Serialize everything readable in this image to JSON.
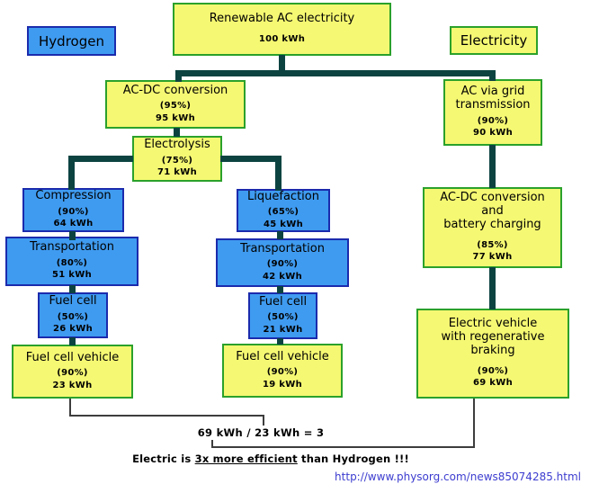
{
  "legend": {
    "hydrogen_label": "Hydrogen",
    "electricity_label": "Electricity"
  },
  "boxes": {
    "renewable": {
      "lines": [
        "Renewable AC electricity"
      ],
      "kwh": "100 kWh"
    },
    "acdc1": {
      "lines": [
        "AC-DC conversion"
      ],
      "pct": "(95%)",
      "kwh": "95 kWh"
    },
    "electrolysis": {
      "lines": [
        "Electrolysis"
      ],
      "pct": "(75%)",
      "kwh": "71 kWh"
    },
    "compression": {
      "lines": [
        "Compression"
      ],
      "pct": "(90%)",
      "kwh": "64 kWh"
    },
    "trans1": {
      "lines": [
        "Transportation"
      ],
      "pct": "(80%)",
      "kwh": "51 kWh"
    },
    "fc1": {
      "lines": [
        "Fuel cell"
      ],
      "pct": "(50%)",
      "kwh": "26 kWh"
    },
    "fcv1": {
      "lines": [
        "Fuel cell vehicle"
      ],
      "pct": "(90%)",
      "kwh": "23 kWh"
    },
    "liquefaction": {
      "lines": [
        "Liquefaction"
      ],
      "pct": "(65%)",
      "kwh": "45 kWh"
    },
    "trans2": {
      "lines": [
        "Transportation"
      ],
      "pct": "(90%)",
      "kwh": "42 kWh"
    },
    "fc2": {
      "lines": [
        "Fuel cell"
      ],
      "pct": "(50%)",
      "kwh": "21 kWh"
    },
    "fcv2": {
      "lines": [
        "Fuel cell vehicle"
      ],
      "pct": "(90%)",
      "kwh": "19 kWh"
    },
    "grid": {
      "lines": [
        "AC via grid",
        "transmission"
      ],
      "pct": "(90%)",
      "kwh": "90 kWh"
    },
    "acdc2": {
      "lines": [
        "AC-DC conversion",
        "and",
        "battery charging"
      ],
      "pct": "(85%)",
      "kwh": "77 kWh"
    },
    "ev": {
      "lines": [
        "Electric vehicle",
        "with regenerative",
        "braking"
      ],
      "pct": "(90%)",
      "kwh": "69 kWh"
    }
  },
  "footer": {
    "equation": "69 kWh / 23 kWh = 3",
    "conclusion_prefix": "Electric is ",
    "conclusion_underlined": "3x more efficient",
    "conclusion_suffix": " than Hydrogen !!!",
    "source_url": "http://www.physorg.com/news85074285.html"
  },
  "colors": {
    "yellow_box_fill": "#f5f872",
    "yellow_box_border": "#2ba12b",
    "blue_box_fill": "#3f9bf0",
    "blue_box_border": "#1b2bad",
    "connector": "#0c4341",
    "bracket_line": "#3d3d3d",
    "url_text": "#3c3cd0",
    "background": "#ffffff"
  }
}
